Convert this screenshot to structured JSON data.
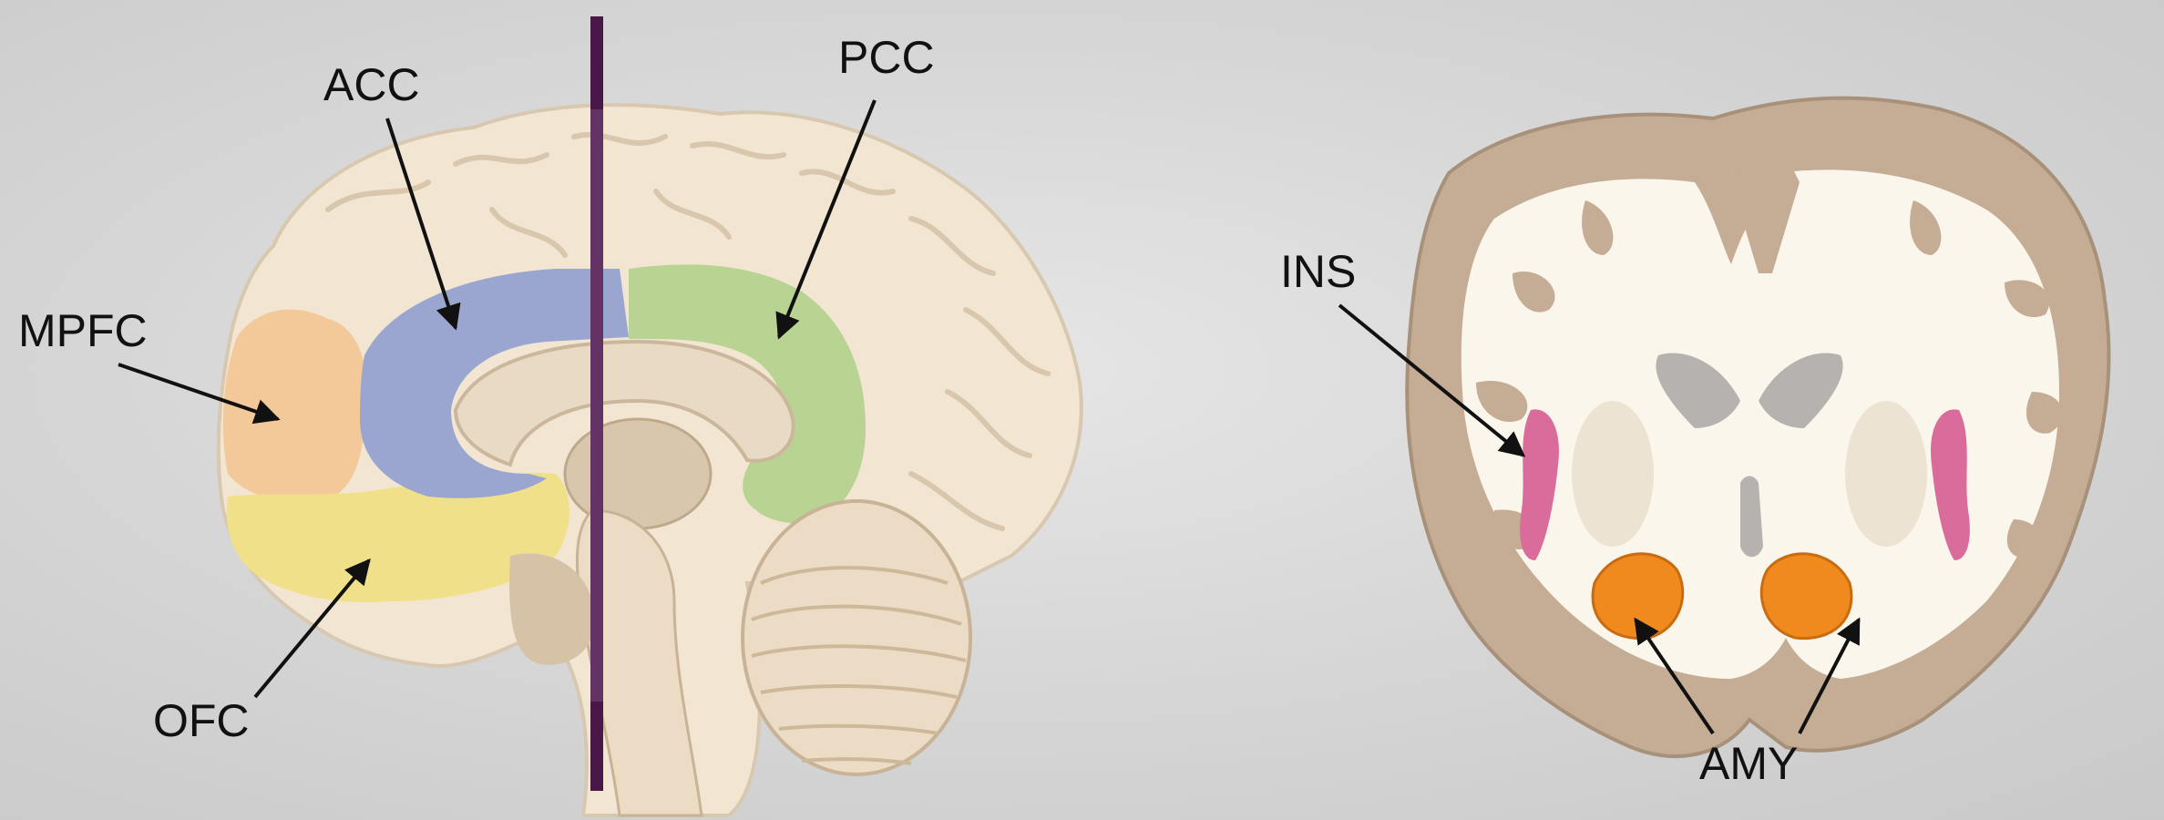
{
  "labels": {
    "acc": "ACC",
    "pcc": "PCC",
    "mpfc": "MPFC",
    "ofc": "OFC",
    "ins": "INS",
    "amy": "AMY"
  },
  "colors": {
    "background": "#d9d9d9",
    "cortex": "#f2e6d3",
    "cortex_dark": "#c9b9a2",
    "mpfc": "#f4c99a",
    "acc": "#9aa6cf",
    "pcc": "#b9d392",
    "ofc": "#f1e08a",
    "ins": "#d96c9a",
    "amy": "#f08a1e",
    "slice_line": "#4a1848",
    "white_matter": "#fbf6ec",
    "gray_matter": "#c4ad94"
  }
}
